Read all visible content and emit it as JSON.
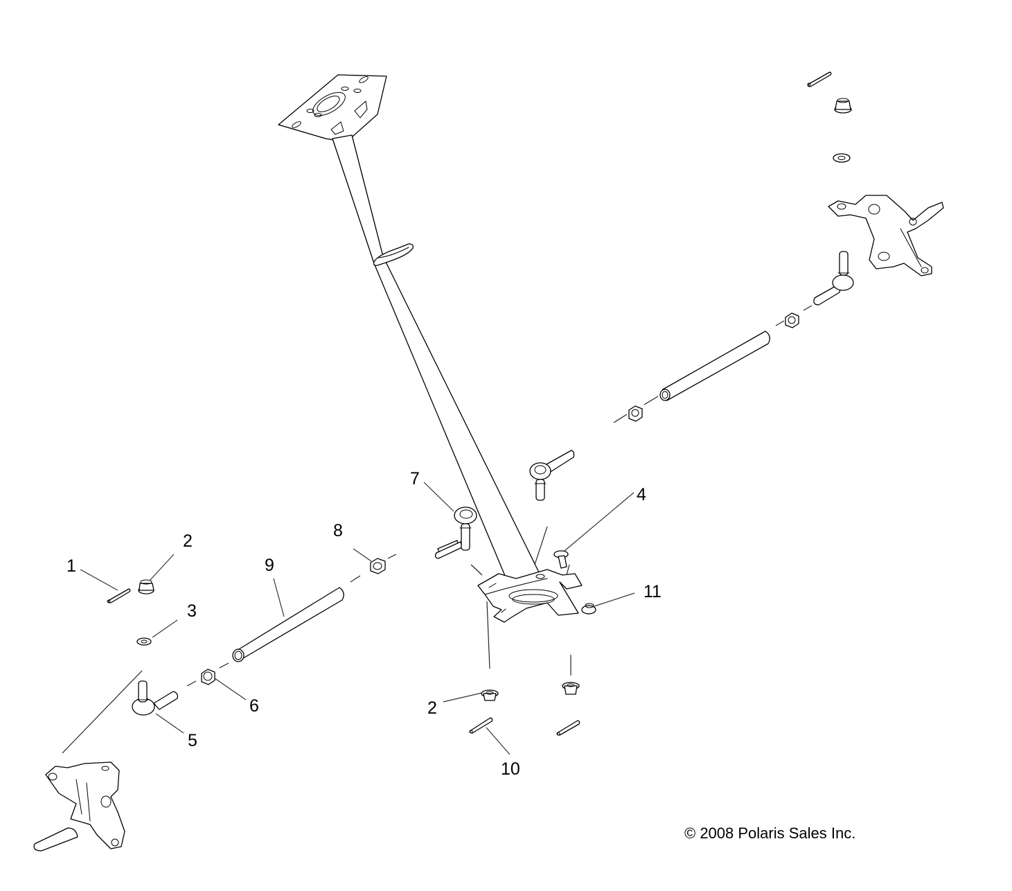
{
  "diagram": {
    "title": "Steering assembly exploded parts diagram",
    "copyright": "© 2008 Polaris Sales Inc.",
    "callouts": [
      {
        "id": "c1",
        "label": "1",
        "part": "cotter-pin"
      },
      {
        "id": "c2a",
        "label": "2",
        "part": "castle-nut"
      },
      {
        "id": "c3",
        "label": "3",
        "part": "washer"
      },
      {
        "id": "c4",
        "label": "4",
        "part": "bolt"
      },
      {
        "id": "c5",
        "label": "5",
        "part": "tie-rod-end"
      },
      {
        "id": "c6",
        "label": "6",
        "part": "jam-nut"
      },
      {
        "id": "c7",
        "label": "7",
        "part": "tie-rod-end-inner"
      },
      {
        "id": "c8",
        "label": "8",
        "part": "jam-nut"
      },
      {
        "id": "c9",
        "label": "9",
        "part": "tie-rod-tube"
      },
      {
        "id": "c2b",
        "label": "2",
        "part": "castle-nut"
      },
      {
        "id": "c10",
        "label": "10",
        "part": "cotter-pin"
      },
      {
        "id": "c11",
        "label": "11",
        "part": "flange-nut"
      }
    ]
  }
}
